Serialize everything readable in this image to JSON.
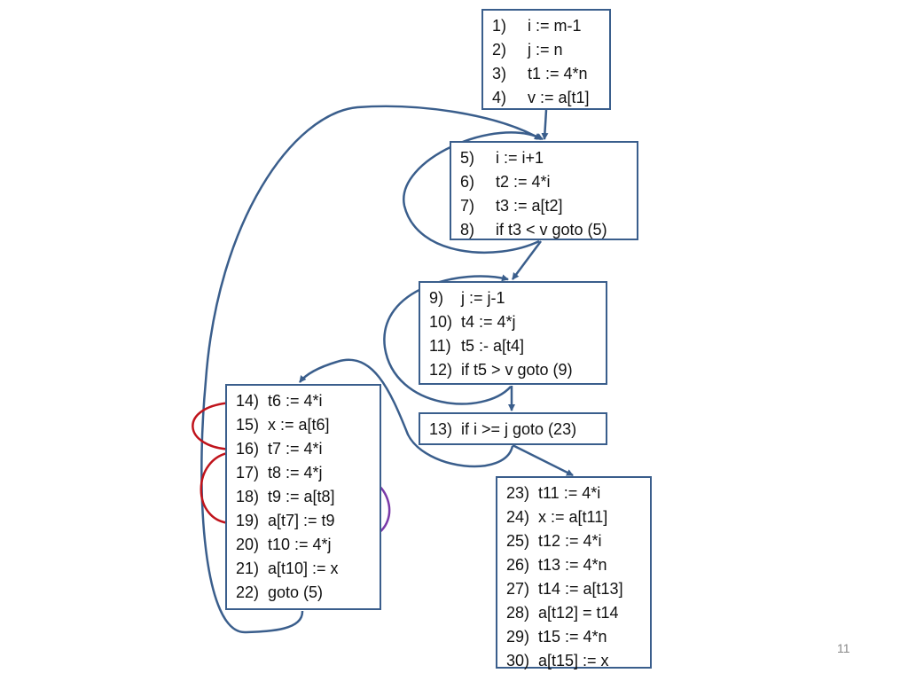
{
  "blocks": [
    {
      "id": "b1",
      "lines": [
        {
          "n": "1)",
          "code": "i := m-1"
        },
        {
          "n": "2)",
          "code": "j := n"
        },
        {
          "n": "3)",
          "code": "t1 := 4*n"
        },
        {
          "n": "4)",
          "code": "v := a[t1]"
        }
      ]
    },
    {
      "id": "b2",
      "lines": [
        {
          "n": "5)",
          "code": "i := i+1"
        },
        {
          "n": "6)",
          "code": "t2 := 4*i"
        },
        {
          "n": "7)",
          "code": "t3 := a[t2]"
        },
        {
          "n": "8)",
          "code": "if t3 < v goto (5)"
        }
      ]
    },
    {
      "id": "b3",
      "lines": [
        {
          "n": "9)",
          "code": "j := j-1"
        },
        {
          "n": "10)",
          "code": "t4 := 4*j"
        },
        {
          "n": "11)",
          "code": "t5 :- a[t4]"
        },
        {
          "n": "12)",
          "code": "if t5 > v goto (9)"
        }
      ]
    },
    {
      "id": "b4",
      "lines": [
        {
          "n": "13)",
          "code": "if i >= j goto (23)"
        }
      ]
    },
    {
      "id": "b5",
      "lines": [
        {
          "n": "14)",
          "code": "t6 := 4*i"
        },
        {
          "n": "15)",
          "code": "x := a[t6]"
        },
        {
          "n": "16)",
          "code": "t7 := 4*i"
        },
        {
          "n": "17)",
          "code": "t8 := 4*j"
        },
        {
          "n": "18)",
          "code": "t9 := a[t8]"
        },
        {
          "n": "19)",
          "code": "a[t7] := t9"
        },
        {
          "n": "20)",
          "code": "t10 := 4*j"
        },
        {
          "n": "21)",
          "code": "a[t10] := x"
        },
        {
          "n": "22)",
          "code": "goto (5)"
        }
      ]
    },
    {
      "id": "b6",
      "lines": [
        {
          "n": "23)",
          "code": "t11 := 4*i"
        },
        {
          "n": "24)",
          "code": "x := a[t11]"
        },
        {
          "n": "25)",
          "code": "t12 := 4*i"
        },
        {
          "n": "26)",
          "code": "t13 := 4*n"
        },
        {
          "n": "27)",
          "code": "t14 := a[t13]"
        },
        {
          "n": "28)",
          "code": "a[t12] = t14"
        },
        {
          "n": "29)",
          "code": "t15 := 4*n"
        },
        {
          "n": "30)",
          "code": "a[t15] := x"
        }
      ]
    }
  ],
  "colors": {
    "edge": "#3a5e8c",
    "red": "#c0141c",
    "purple": "#7a3aa8"
  },
  "page_number": "11"
}
